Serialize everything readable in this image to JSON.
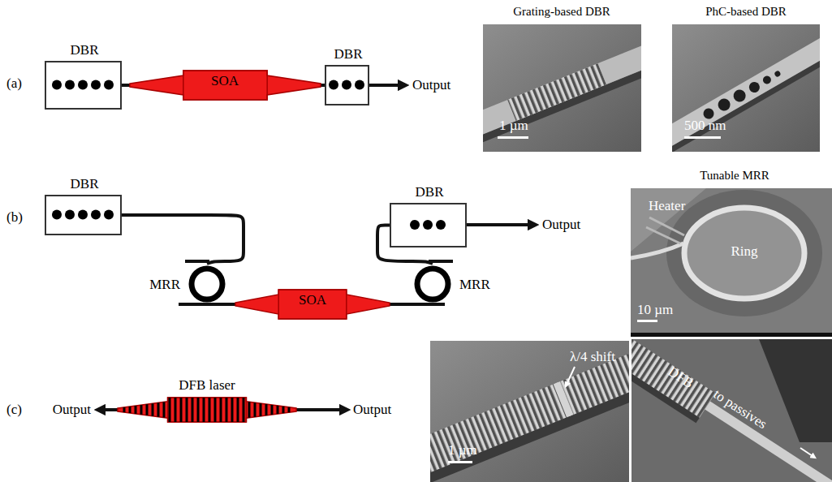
{
  "diagram": {
    "nodes": [
      {
        "text": [
          "DBR"
        ]
      },
      {
        "text": [
          "SOA"
        ]
      },
      {
        "text": [
          "DBR"
        ]
      },
      {
        "text": [
          "Grating-based DBR",
          "1 µm"
        ]
      },
      {
        "text": [
          "PhC-based DBR",
          "500 nm"
        ]
      },
      {
        "text": [
          "DBR"
        ]
      },
      {
        "text": [
          "MRR"
        ]
      },
      {
        "text": [
          "SOA"
        ]
      },
      {
        "text": [
          "DBR"
        ]
      },
      {
        "text": [
          "MRR"
        ]
      },
      {
        "text": [
          "Tunable MRR",
          "Heater",
          "10 µm"
        ]
      },
      {
        "text": [
          "Ring"
        ],
        "in": 10
      },
      {
        "text": [
          "DFB laser"
        ]
      },
      {
        "text": [
          "λ/4 shift",
          "1 µm"
        ]
      },
      {
        "text": [
          "DFB",
          "to passives"
        ]
      }
    ],
    "edges": [
      {
        "from": 0,
        "to": 1,
        "arrow": "none"
      },
      {
        "from": 1,
        "to": 2,
        "arrow": "none"
      },
      {
        "from": 5,
        "to": 6,
        "arrow": "none"
      },
      {
        "from": 6,
        "to": 7,
        "arrow": "none"
      },
      {
        "from": 7,
        "to": 9,
        "arrow": "none"
      },
      {
        "from": 9,
        "to": 8,
        "arrow": "none"
      }
    ],
    "labels": [
      "(a)",
      "Output",
      "(b)",
      "Output",
      "(c)",
      "Output",
      "Output"
    ]
  }
}
